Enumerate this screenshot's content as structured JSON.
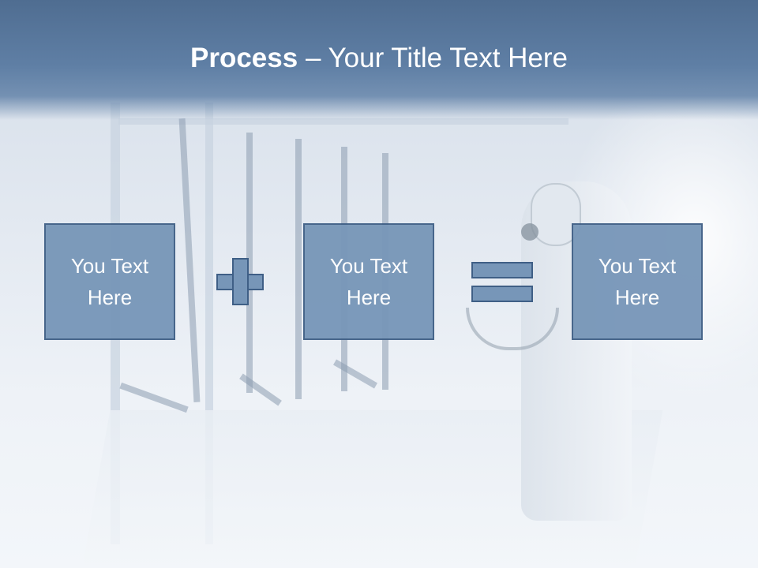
{
  "title": {
    "bold": "Process",
    "rest": " – Your Title Text Here"
  },
  "boxes": [
    {
      "line1": "You Text",
      "line2": "Here"
    },
    {
      "line1": "You Text",
      "line2": "Here"
    },
    {
      "line1": "You Text",
      "line2": "Here"
    }
  ],
  "colors": {
    "title_bar": "#5f7fa5",
    "box_fill": "#7796b8",
    "box_border": "#3f5f86"
  },
  "icons": {
    "operator_1": "plus-icon",
    "operator_2": "equals-icon"
  }
}
